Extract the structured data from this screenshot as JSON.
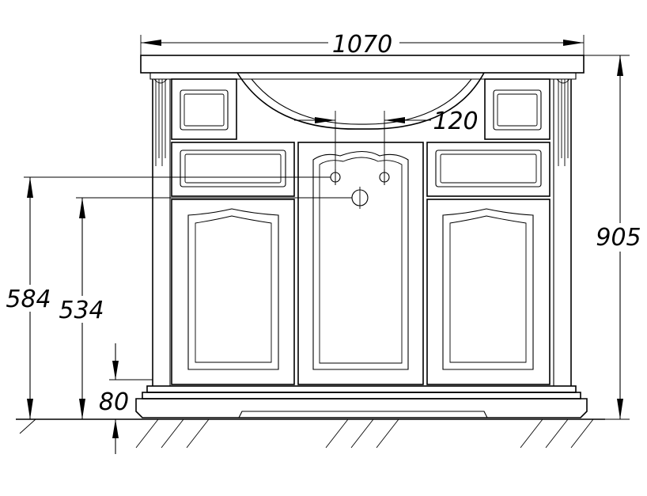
{
  "dimensions": {
    "overall_width": "1070",
    "overall_height": "905",
    "faucet_hole_spacing": "120",
    "inlet_height": "584",
    "drain_height": "534",
    "plinth_height": "80"
  },
  "colors": {
    "stroke": "#000000",
    "background": "#ffffff"
  }
}
